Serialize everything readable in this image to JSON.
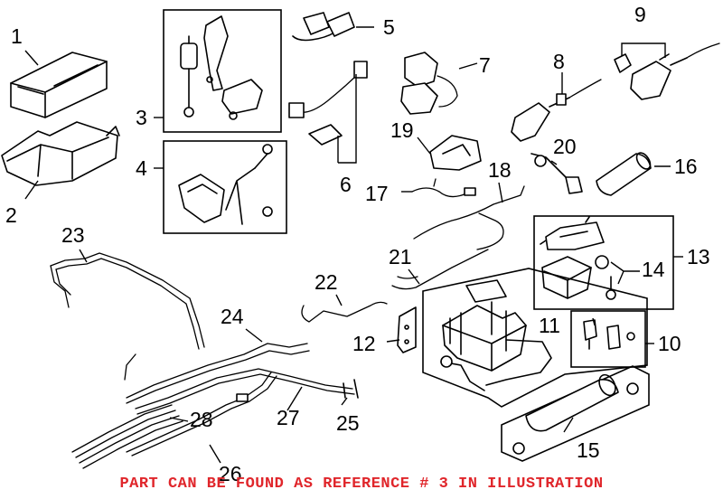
{
  "diagram": {
    "callouts": [
      "1",
      "2",
      "3",
      "4",
      "5",
      "6",
      "7",
      "8",
      "9",
      "10",
      "11",
      "12",
      "13",
      "14",
      "15",
      "16",
      "17",
      "18",
      "19",
      "20",
      "21",
      "22",
      "23",
      "24",
      "25",
      "26",
      "27",
      "28"
    ],
    "note": "PART CAN BE FOUND AS REFERENCE # 3 IN ILLUSTRATION",
    "note_color": "#e0262b"
  }
}
